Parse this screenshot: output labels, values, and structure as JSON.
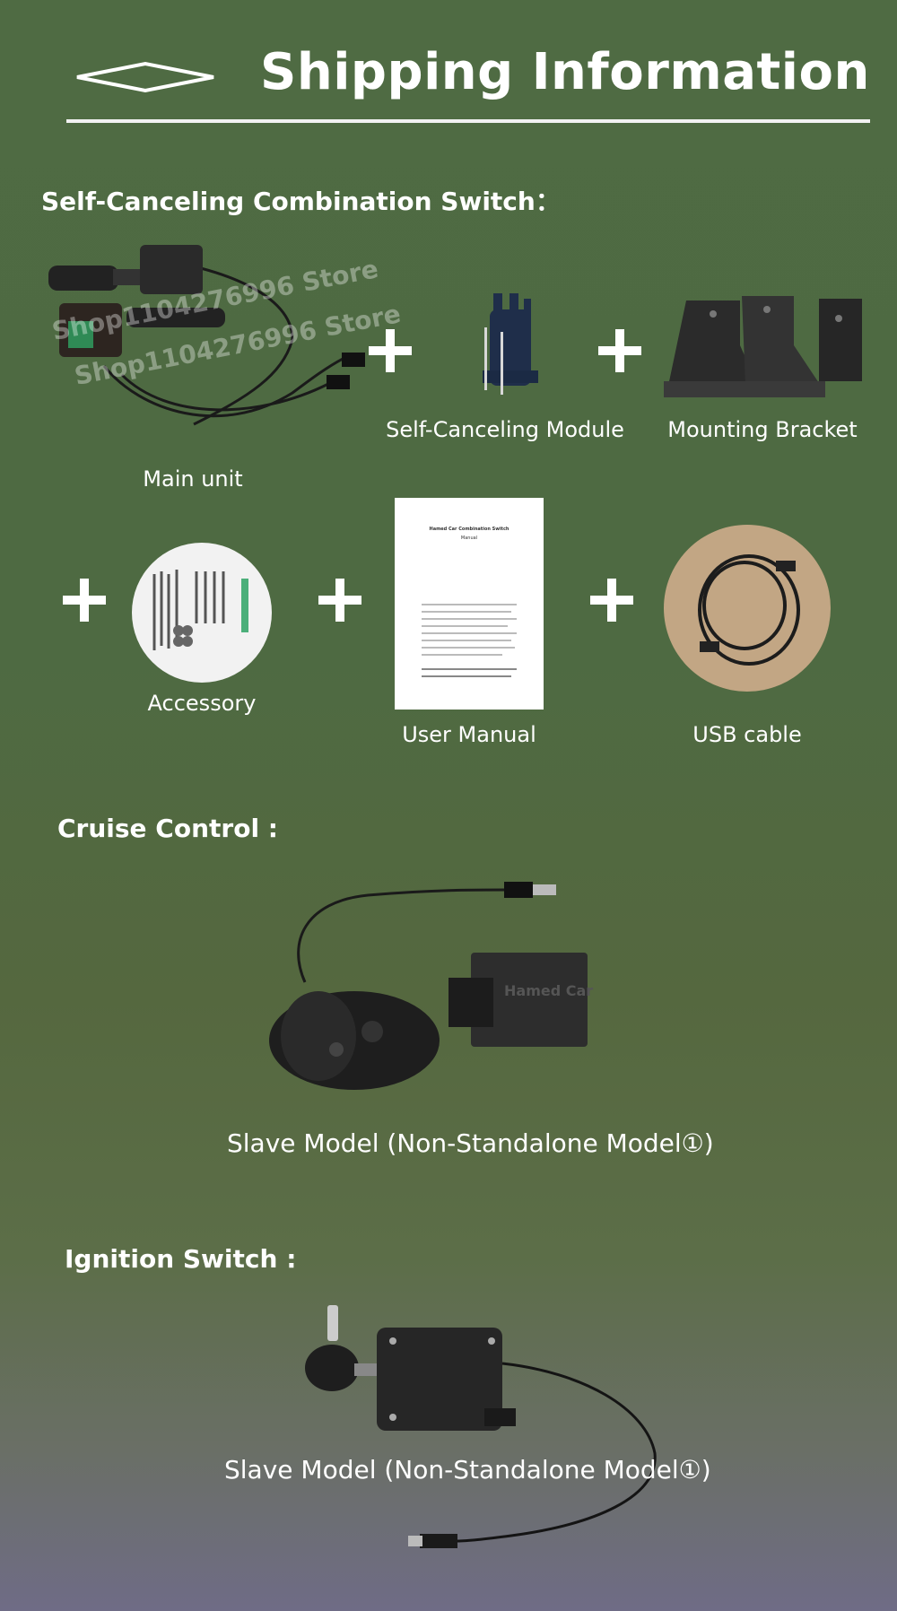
{
  "header": {
    "title": "Shipping Information"
  },
  "sections": {
    "combination_switch": "Self-Canceling Combination Switch：",
    "cruise_control": "Cruise Control :",
    "ignition_switch": "Ignition Switch :"
  },
  "watermark": [
    "Shop1104276996 Store",
    "Shop1104276996 Store"
  ],
  "items": {
    "main_unit": "Main unit",
    "self_canceling_module": "Self-Canceling Module",
    "mounting_bracket": "Mounting Bracket",
    "accessory": "Accessory",
    "user_manual": "User Manual",
    "usb_cable": "USB cable"
  },
  "manual_text": {
    "title": "Hamed Car Combination Switch",
    "subtitle": "Manual"
  },
  "cruise": {
    "caption": "Slave Model (Non-Standalone Model①)",
    "brand": "Hamed Car"
  },
  "ignition": {
    "caption": "Slave Model (Non-Standalone Model①)"
  },
  "icons": [
    "diamond-outline-icon",
    "plus-icon"
  ]
}
